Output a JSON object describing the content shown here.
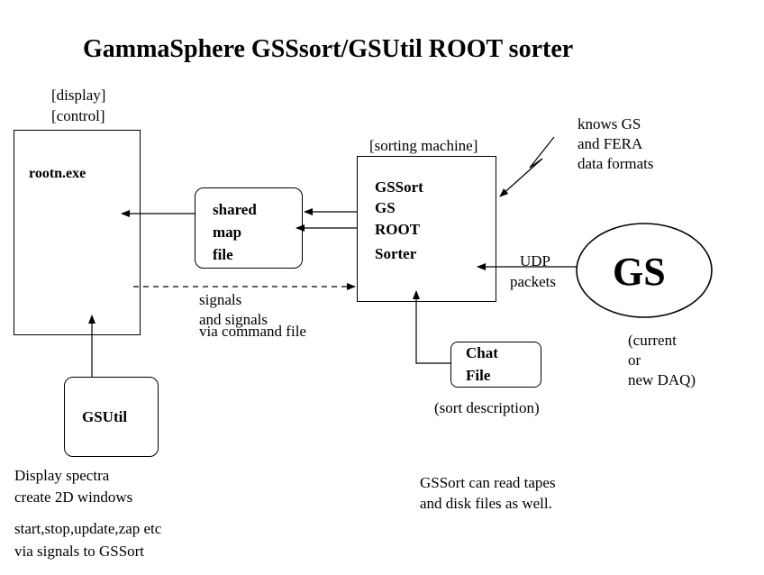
{
  "title": "GammaSphere GSSsort/GSUtil ROOT sorter",
  "display_box": {
    "label_display": "[display]",
    "label_control": "[control]",
    "name": "rootn.exe"
  },
  "shared_map": {
    "line1": "shared",
    "line2": "map",
    "line3": "file"
  },
  "sorter_box": {
    "label": "[sorting machine]",
    "line1": "GSSort",
    "line2": "GS",
    "line3": "ROOT",
    "line4": "Sorter"
  },
  "knows_note": {
    "line1": "knows GS",
    "line2": "and FERA",
    "line3": "data formats"
  },
  "udp": {
    "line1": "UDP",
    "line2": "packets"
  },
  "gs_ellipse": {
    "label": "GS"
  },
  "daq_note": {
    "line1": "(current",
    "line2": "or",
    "line3": "new DAQ)"
  },
  "signals": {
    "line1": "signals",
    "line2": "and signals",
    "line3": "via command file"
  },
  "chat": {
    "line1": "Chat",
    "line2": "File",
    "caption": "(sort description)"
  },
  "gsutil": {
    "name": "GSUtil"
  },
  "notes_left": {
    "line1": "Display spectra",
    "line2": "create 2D windows",
    "line3": "start,stop,update,zap etc",
    "line4": "via signals to GSSort"
  },
  "notes_right": {
    "line1": "GSSort can read tapes",
    "line2": "and disk files as well."
  }
}
